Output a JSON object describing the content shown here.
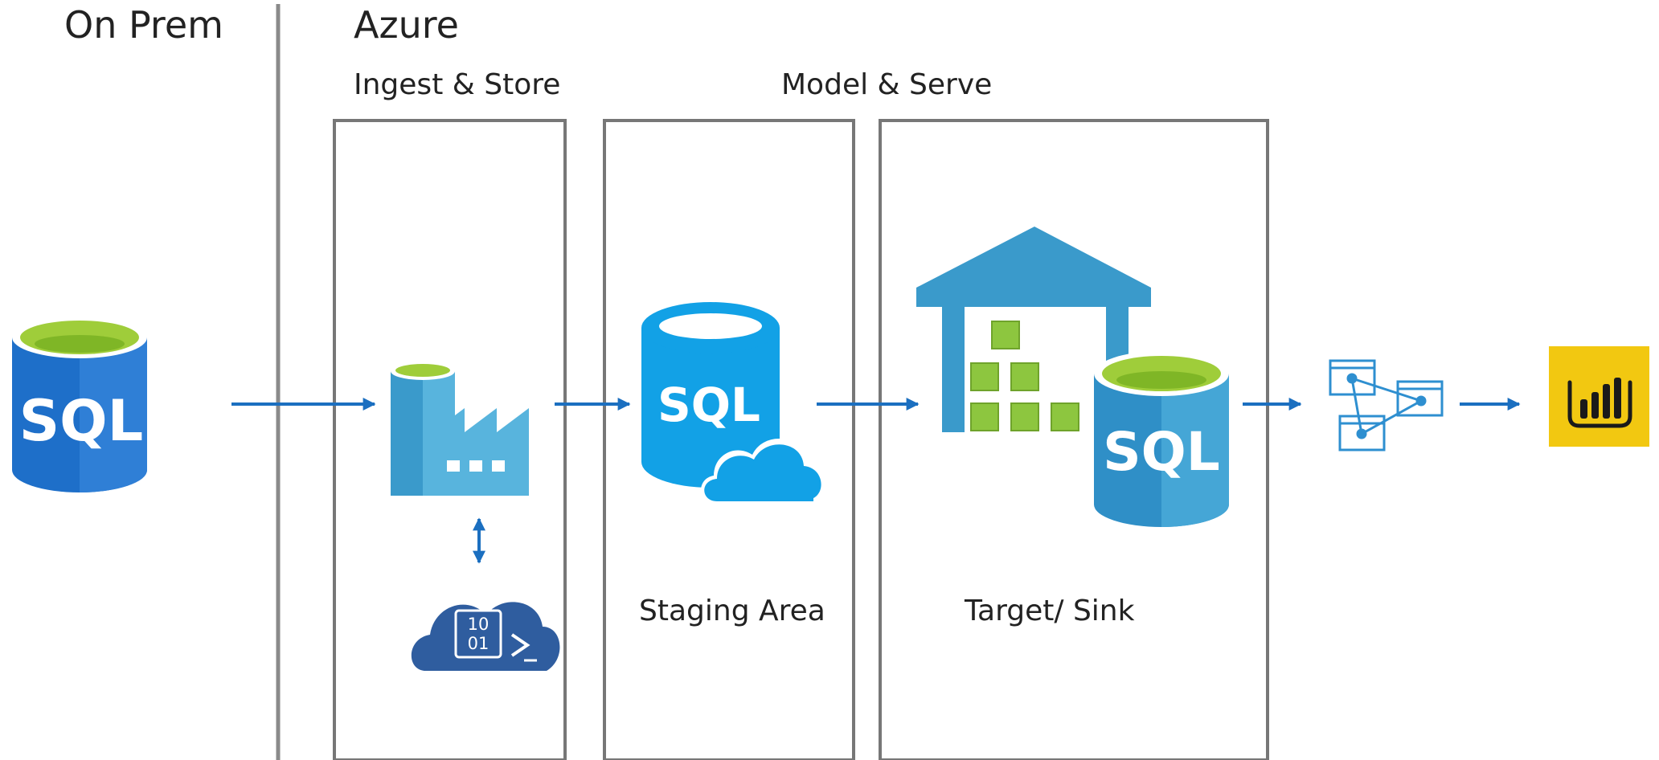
{
  "zones": {
    "on_prem": "On Prem",
    "azure": "Azure"
  },
  "sections": {
    "ingest_store": "Ingest & Store",
    "model_serve": "Model & Serve"
  },
  "captions": {
    "staging_area": "Staging Area",
    "target_sink": "Target/ Sink"
  },
  "icons": {
    "sql_source": "SQL",
    "sql_staging": "SQL",
    "sql_target": "SQL",
    "script_binary_top": "10",
    "script_binary_bottom": "01"
  },
  "colors": {
    "azure_blue": "#0072C6",
    "sql_blue": "#1E6FC9",
    "sql_blue_light": "#2F7FD6",
    "sql_lime": "#9FCD3A",
    "factory_blue": "#58B4DD",
    "staging_blue": "#12A1E6",
    "warehouse_blue": "#3A9ACB",
    "box_green": "#8DC63F",
    "cloud_dark": "#2F5D9F",
    "powerbi_yellow": "#F2C811",
    "box_border": "#777777",
    "arrow": "#1B6FC0"
  }
}
